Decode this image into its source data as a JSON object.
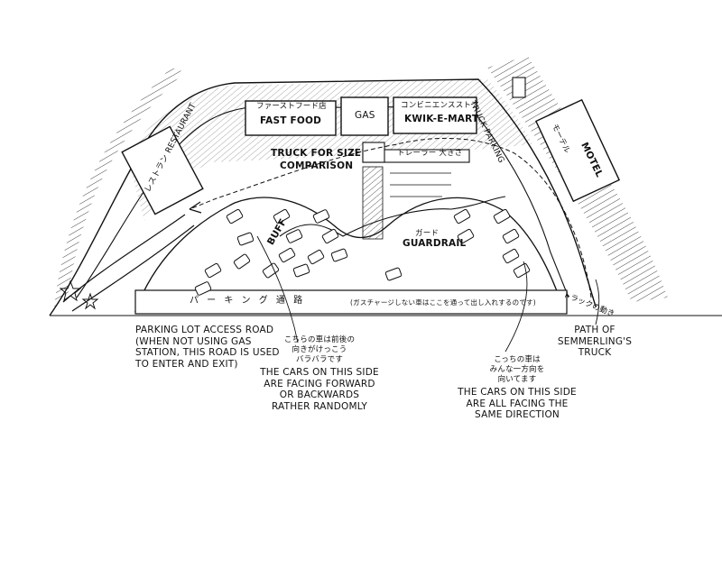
{
  "labels": {
    "fast_food_jp": "ファーストフード店",
    "fast_food": "FAST FOOD",
    "gas": "GAS",
    "kwik_jp": "コンビニエンスストア",
    "kwik": "KWIK-E-MART",
    "truck_parking": "TRUCK PARKING",
    "motel_jp": "モーテル",
    "motel": "MOTEL",
    "restaurant": "レストラン RESTAURANT",
    "truck_compare": [
      "TRUCK FOR SIZE",
      "COMPARISON"
    ],
    "trailer_jp": "トレーラー 大きさ",
    "buff": "BUFF",
    "guardrail": "GUARDRAIL",
    "guardrail_jp": "ガード",
    "parking_road_jp": "パ ー キ ン グ 通 路",
    "parking_road_note_jp": "(ガスチャージしない車はここを通って出し入れするのです)",
    "truck_path_jp": "トラックの動き",
    "access_road": [
      "PARKING LOT ACCESS ROAD",
      "(WHEN NOT USING GAS",
      "STATION, THIS ROAD IS USED",
      "TO ENTER AND EXIT)"
    ],
    "left_side_jp": [
      "こちらの車は前後の",
      "向きがけっこう",
      "バラバラです"
    ],
    "left_side": [
      "THE CARS ON THIS SIDE",
      "ARE FACING FORWARD",
      "OR BACKWARDS",
      "RATHER RANDOMLY"
    ],
    "right_side_jp": [
      "こっちの車は",
      "みんな一方向を",
      "向いてます"
    ],
    "right_side": [
      "THE CARS ON THIS SIDE",
      "ARE ALL FACING THE",
      "SAME DIRECTION"
    ],
    "path_label": [
      "PATH OF",
      "SEMMERLING'S",
      "TRUCK"
    ]
  },
  "colors": {
    "ink": "#111111",
    "hatch": "#222222"
  },
  "icons": [
    "star-icon",
    "car-icon"
  ]
}
